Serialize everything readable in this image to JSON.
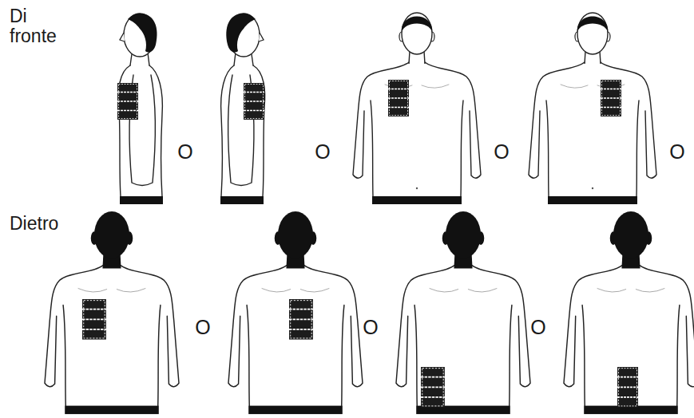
{
  "diagram": {
    "labels": [
      "Di fronte",
      "O",
      "O",
      "O",
      "O",
      "Dietro",
      "O",
      "O",
      "O"
    ]
  }
}
